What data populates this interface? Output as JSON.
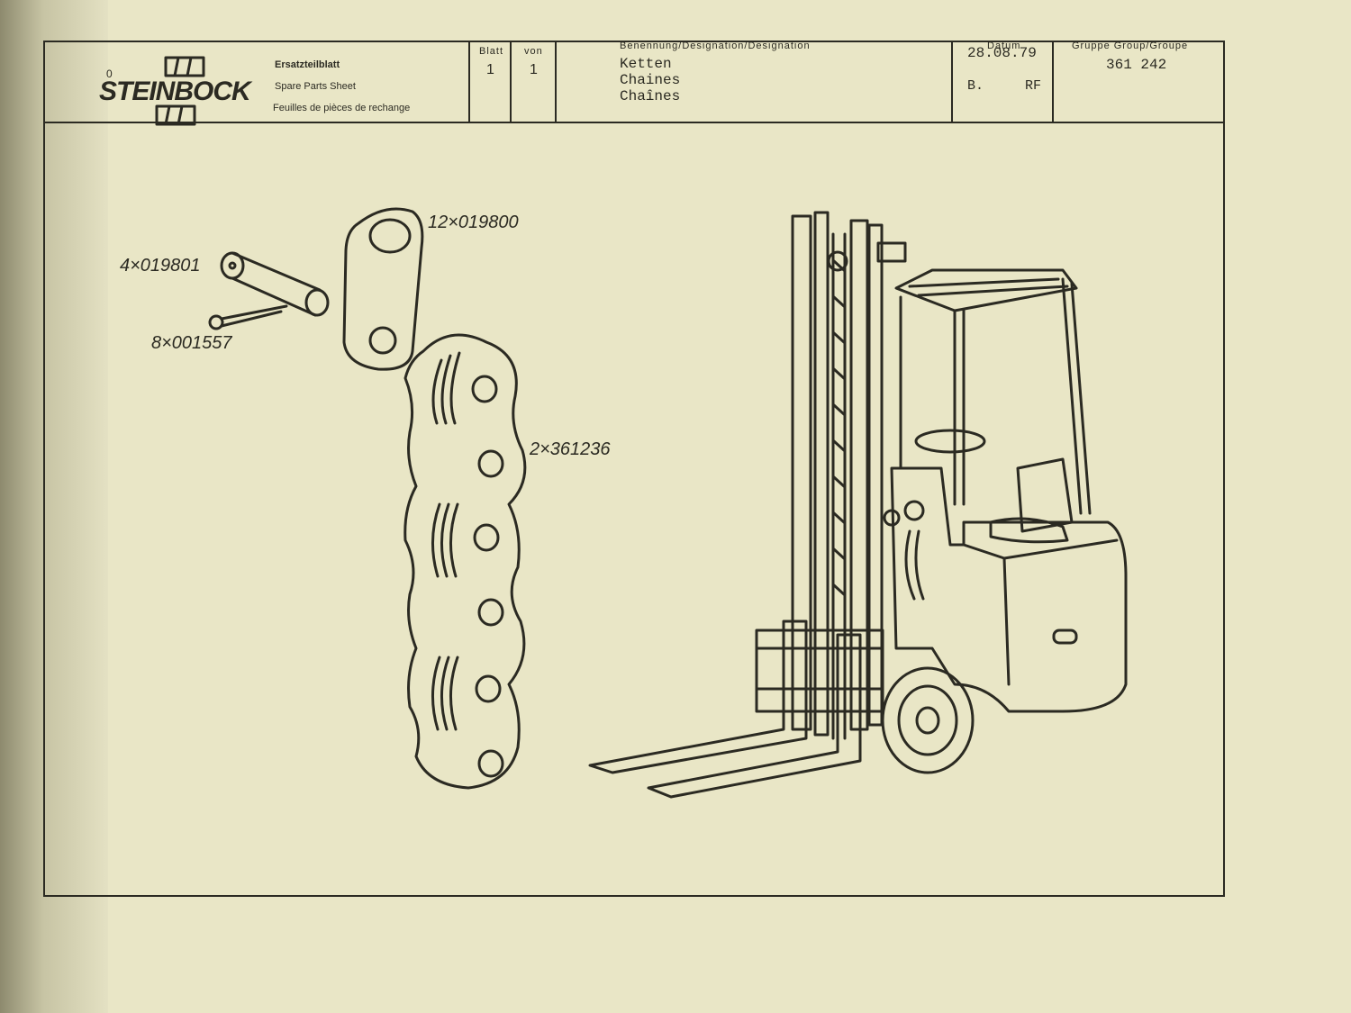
{
  "sheet": {
    "corner_mark": "0",
    "brand": "STEINBOCK",
    "title_de": "Ersatzteilblatt",
    "title_en": "Spare Parts Sheet",
    "title_fr": "Feuilles de pièces de rechange",
    "blatt_label": "Blatt",
    "blatt_value": "1",
    "von_label": "von",
    "von_value": "1",
    "designation_label": "Benennung/Designation/Designation",
    "designation_de": "Ketten",
    "designation_en": "Chaines",
    "designation_fr": "Chaînes",
    "datum_label": "Datum",
    "datum_value": "28.08.79",
    "initials_1": "B.",
    "initials_2": "RF",
    "gruppe_label": "Gruppe Group/Groupe",
    "gruppe_value": "361 242"
  },
  "parts": [
    {
      "label": "12×019800"
    },
    {
      "label": "4×019801"
    },
    {
      "label": "8×001557"
    },
    {
      "label": "2×361236"
    }
  ],
  "colors": {
    "paper": "#e9e6c6",
    "ink": "#2b2a22"
  }
}
